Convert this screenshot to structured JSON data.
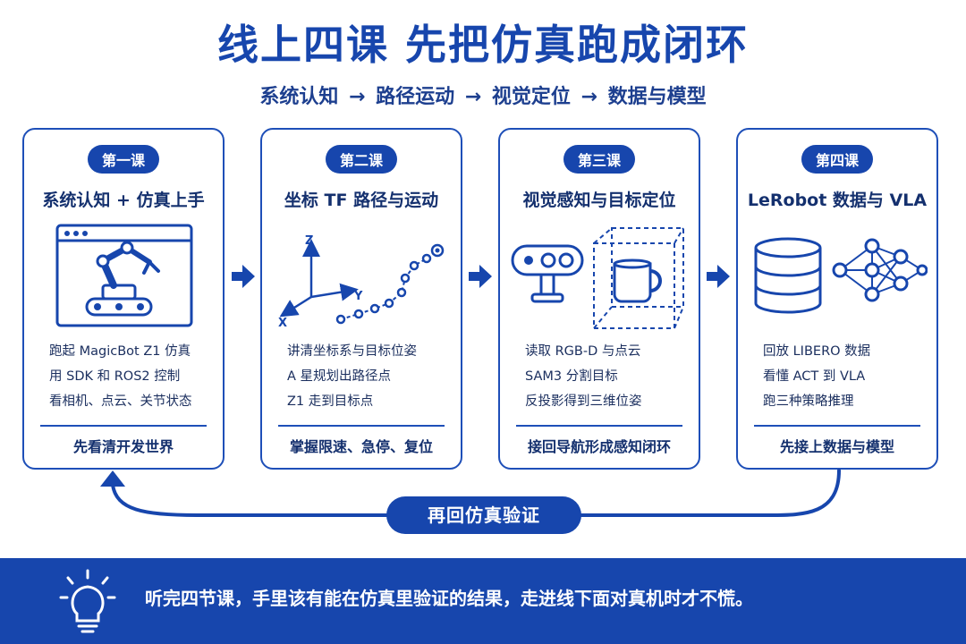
{
  "title": "线上四课 先把仿真跑成闭环",
  "subtitle": "系统认知 → 路径运动 → 视觉定位 → 数据与模型",
  "lessons": [
    {
      "badge": "第一课",
      "title": "系统认知 + 仿真上手",
      "icon": "robot-arm-window-icon",
      "bullets": [
        "跑起 MagicBot Z1 仿真",
        "用 SDK 和 ROS2 控制",
        "看相机、点云、关节状态"
      ],
      "footer": "先看清开发世界"
    },
    {
      "badge": "第二课",
      "title": "坐标 TF 路径与运动",
      "icon": "coordinate-path-icon",
      "axis_labels": {
        "z": "Z",
        "y": "Y",
        "x": "X"
      },
      "bullets": [
        "讲清坐标系与目标位姿",
        "A 星规划出路径点",
        "Z1 走到目标点"
      ],
      "footer": "掌握限速、急停、复位"
    },
    {
      "badge": "第三课",
      "title": "视觉感知与目标定位",
      "icon": "depth-camera-mug-icon",
      "bullets": [
        "读取 RGB-D 与点云",
        "SAM3 分割目标",
        "反投影得到三维位姿"
      ],
      "footer": "接回导航形成感知闭环"
    },
    {
      "badge": "第四课",
      "title": "LeRobot 数据与 VLA",
      "icon": "database-network-icon",
      "bullets": [
        "回放 LIBERO 数据",
        "看懂 ACT 到 VLA",
        "跑三种策略推理"
      ],
      "footer": "先接上数据与模型"
    }
  ],
  "loop_label": "再回仿真验证",
  "banner_text": "听完四节课，手里该有能在仿真里验证的结果，走进线下面对真机时才不慌。",
  "colors": {
    "primary": "#1746ad",
    "text": "#14306e",
    "background": "#ffffff"
  }
}
